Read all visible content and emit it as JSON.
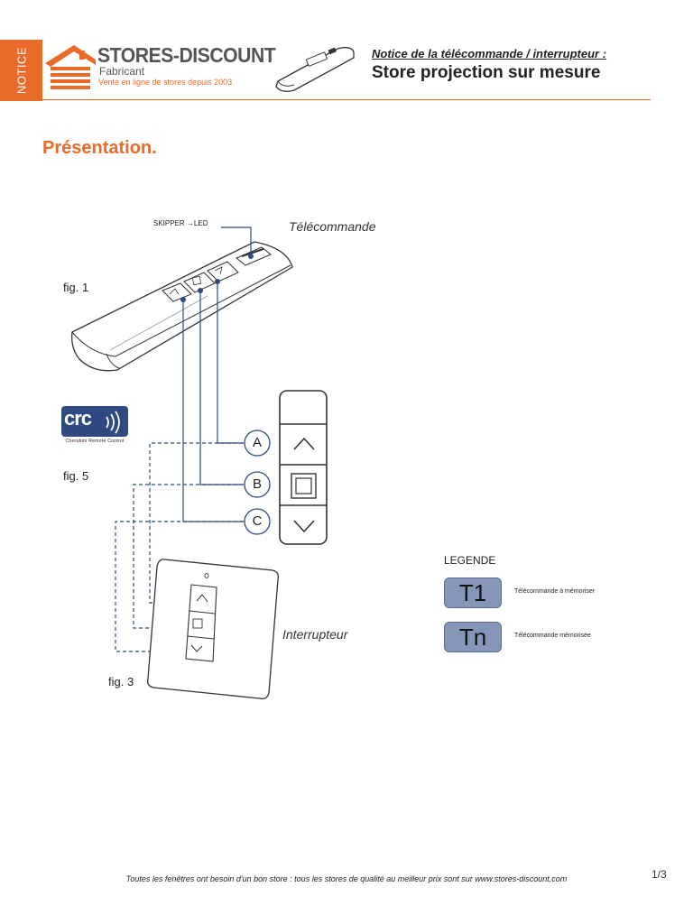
{
  "header": {
    "notice_tab": "NOTICE",
    "brand_name": "STORES-DISCOUNT",
    "brand_sub": "Fabricant",
    "brand_tagline": "Vente en ligne de stores depuis 2003",
    "doc_notice": "Notice de la télécommande / interrupteur :",
    "doc_title": "Store projection sur mesure"
  },
  "section_title": "Présentation.",
  "diagram": {
    "skipper_label": "SKIPPER →LED",
    "remote_label": "Télécommande",
    "fig1": "fig. 1",
    "fig5": "fig. 5",
    "fig3": "fig. 3",
    "switch_label": "Interrupteur",
    "crc_logo": "crc",
    "crc_caption": "Cherubini Remote Control",
    "markers": [
      "A",
      "B",
      "C"
    ]
  },
  "legend": {
    "title": "LEGENDE",
    "items": [
      {
        "badge": "T1",
        "description": "Télécommande à mémoriser"
      },
      {
        "badge": "Tn",
        "description": "Télécommande mémorisée"
      }
    ]
  },
  "footer": {
    "text": "Toutes les fenêtres ont besoin d'un bon store : tous les stores de qualité au meilleur prix sont sur www.stores-discount.com",
    "page": "1/3"
  },
  "colors": {
    "accent": "#ea6a2a",
    "connector": "#2e4a80",
    "badge": "#8596b8"
  }
}
